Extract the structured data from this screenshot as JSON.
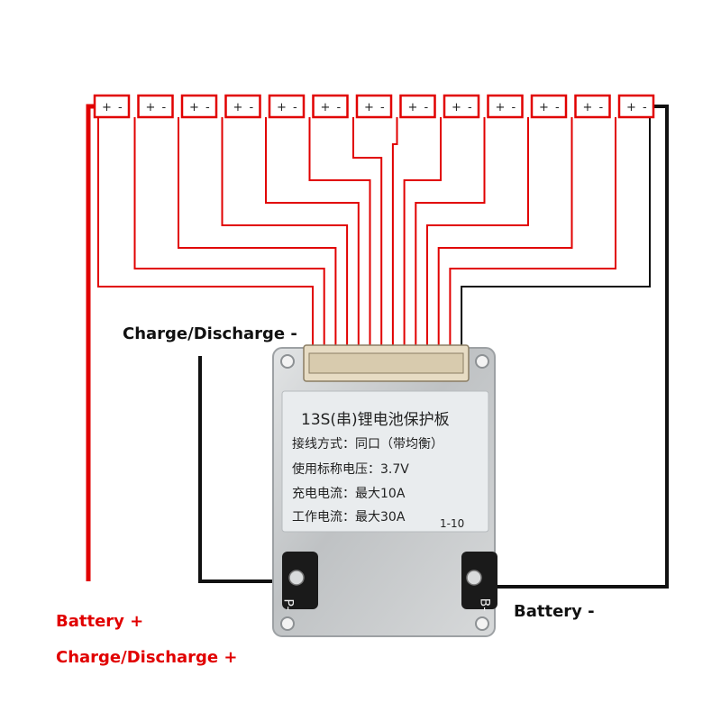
{
  "labels": {
    "charge_discharge_neg": "Charge/Discharge -",
    "battery_pos": "Battery +",
    "charge_discharge_pos": "Charge/Discharge +",
    "battery_neg": "Battery -"
  },
  "cells": {
    "count": 13,
    "plus": "+",
    "minus": "-"
  },
  "board": {
    "lines": [
      "13S(串)锂电池保护板",
      "接线方式：同口（带均衡）",
      "使用标称电压：3.7V",
      "充电电流：最大10A",
      "工作电流：最大30A"
    ],
    "code": "1-10",
    "pad_p": "P-",
    "pad_b": "B-"
  },
  "colors": {
    "positive_wire": "#e10000",
    "negative_wire": "#111111",
    "board_metal": "#c9cbcc",
    "label_bg": "#e9ecee"
  }
}
